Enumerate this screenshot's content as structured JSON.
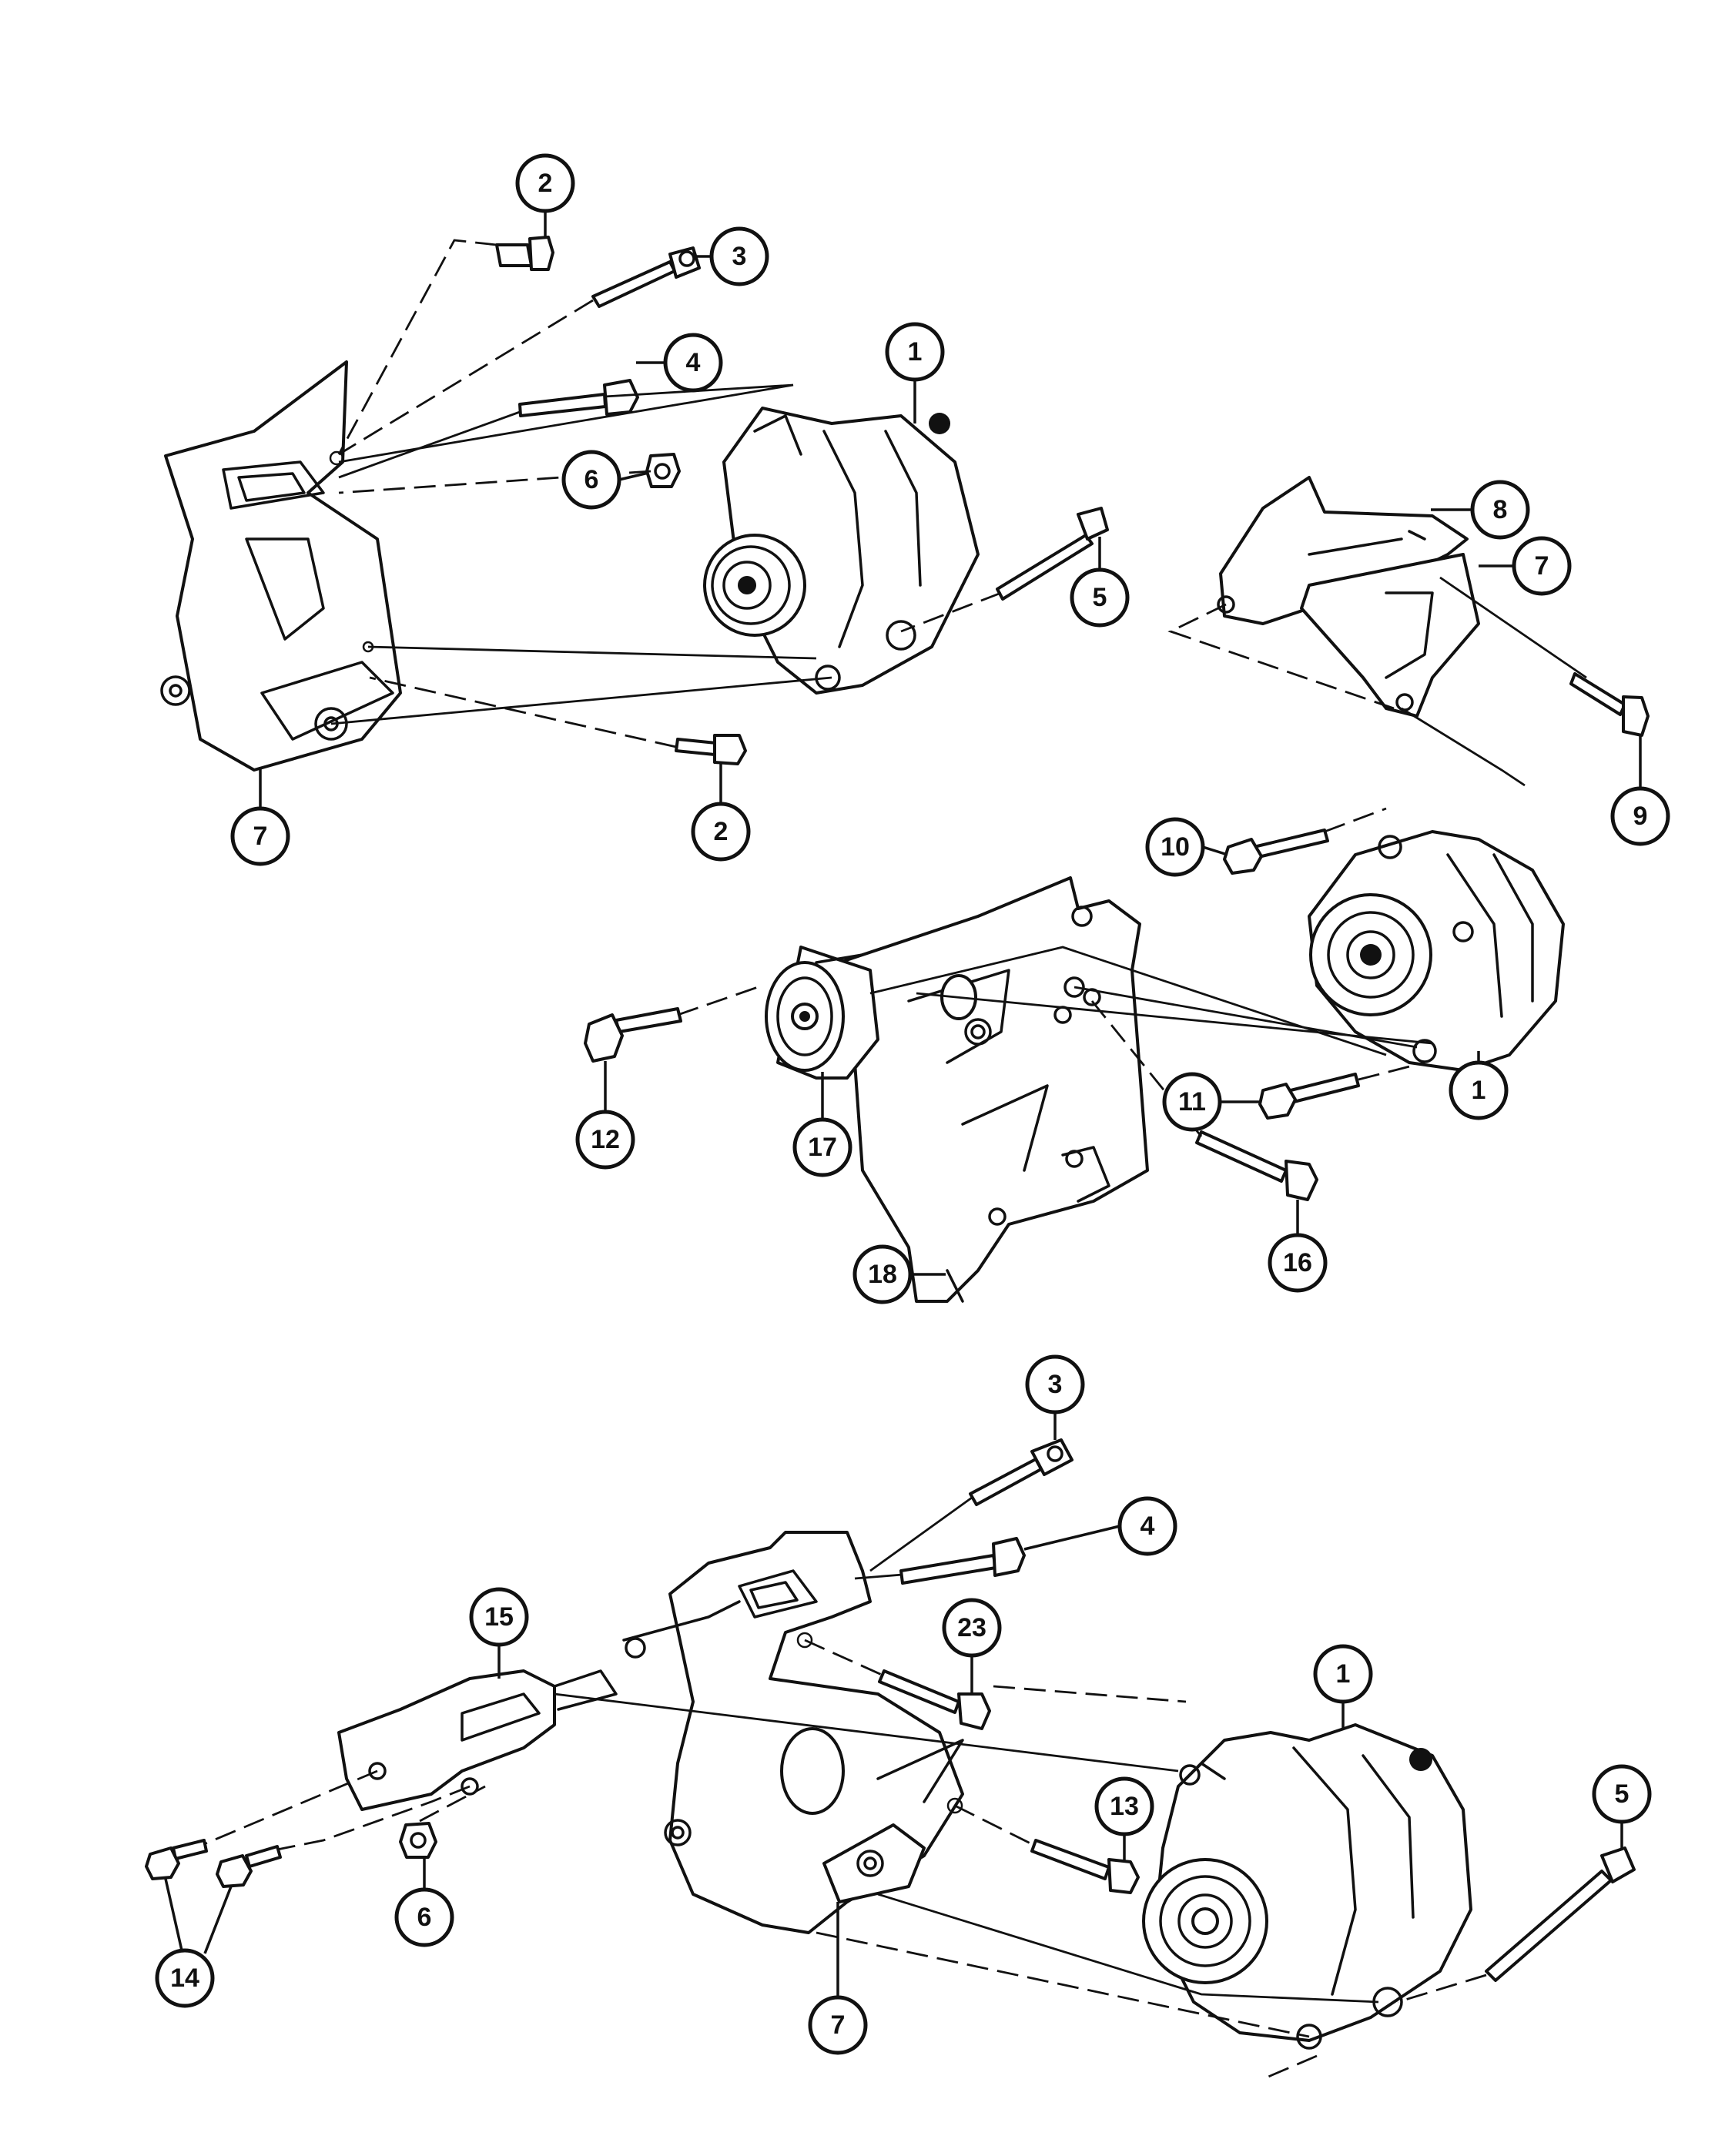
{
  "callouts": [
    {
      "num": "2"
    },
    {
      "num": "3"
    },
    {
      "num": "4"
    },
    {
      "num": "1"
    },
    {
      "num": "6"
    },
    {
      "num": "5"
    },
    {
      "num": "7"
    },
    {
      "num": "2"
    },
    {
      "num": "8"
    },
    {
      "num": "7"
    },
    {
      "num": "9"
    },
    {
      "num": "10"
    },
    {
      "num": "12"
    },
    {
      "num": "17"
    },
    {
      "num": "11"
    },
    {
      "num": "1"
    },
    {
      "num": "16"
    },
    {
      "num": "18"
    },
    {
      "num": "3"
    },
    {
      "num": "4"
    },
    {
      "num": "23"
    },
    {
      "num": "15"
    },
    {
      "num": "1"
    },
    {
      "num": "5"
    },
    {
      "num": "13"
    },
    {
      "num": "6"
    },
    {
      "num": "14"
    },
    {
      "num": "7"
    }
  ]
}
